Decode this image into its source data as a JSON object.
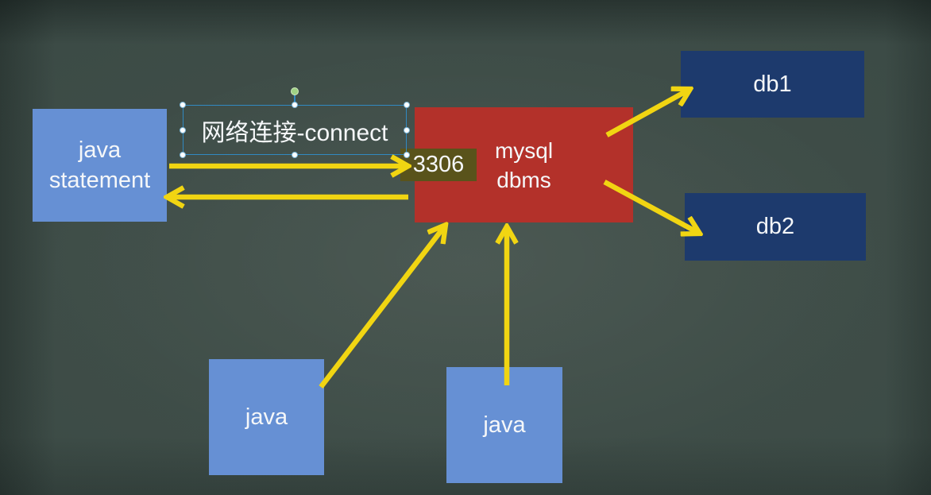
{
  "slide": {
    "background": {
      "center": "#3c4b46",
      "edge": "#2a3835"
    },
    "accents": {
      "arrow_yellow": "#f1d512",
      "selection_border_blue": "#3189c1",
      "rotation_handle_green": "#9fd184",
      "handle_white": "#ffffff"
    }
  },
  "nodes": {
    "java_statement": {
      "line1": "java",
      "line2": "statement",
      "fill": "#6690d4"
    },
    "connect_label": {
      "text": "网络连接-connect",
      "selected": true
    },
    "mysql_dbms": {
      "line1": "mysql",
      "line2": "dbms",
      "fill": "#b3312a"
    },
    "port": {
      "text": "3306",
      "fill": "#59531b"
    },
    "db1": {
      "label": "db1",
      "fill": "#1d3a6d"
    },
    "db2": {
      "label": "db2",
      "fill": "#1d3a6d"
    },
    "java_client_left": {
      "label": "java",
      "fill": "#6690d4"
    },
    "java_client_right": {
      "label": "java",
      "fill": "#6690d4"
    }
  },
  "arrows": [
    {
      "name": "java-statement-to-mysql-port",
      "from": "java_statement",
      "to": "port"
    },
    {
      "name": "mysql-to-java-statement",
      "from": "mysql_dbms",
      "to": "java_statement"
    },
    {
      "name": "java-client-left-to-mysql",
      "from": "java_client_left",
      "to": "mysql_dbms"
    },
    {
      "name": "java-client-right-to-mysql",
      "from": "java_client_right",
      "to": "mysql_dbms"
    },
    {
      "name": "mysql-to-db1",
      "from": "mysql_dbms",
      "to": "db1"
    },
    {
      "name": "mysql-to-db2",
      "from": "mysql_dbms",
      "to": "db2"
    }
  ]
}
